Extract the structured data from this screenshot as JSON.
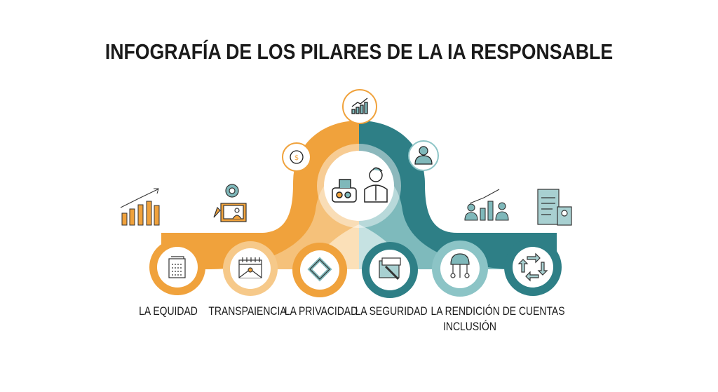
{
  "title": "INFOGRAFÍA DE LOS PILARES DE LA IA RESPONSABLE",
  "colors": {
    "orange": "#F0A23C",
    "light_orange": "#F6C98A",
    "teal": "#2E7F86",
    "light_teal": "#8CC4C6"
  },
  "center_icon": "person-with-robot-icon",
  "top_icons": [
    "growth-chart-icon",
    "money-bag-icon",
    "user-icon"
  ],
  "side_icons": [
    "bar-chart-icon",
    "gear-person-monitor-icon",
    "people-chart-icon",
    "id-document-icon"
  ],
  "pillars": [
    {
      "label": "LA EQUIDAD",
      "icon": "calculator-icon"
    },
    {
      "label": "TRANSPAIENCIA",
      "icon": "calendar-icon"
    },
    {
      "label": "LA PRIVACIDAD",
      "icon": "recycle-hands-icon"
    },
    {
      "label": "LA SEGURIDAD",
      "icon": "card-tool-icon"
    },
    {
      "label": "LA RENDICIÓN DE CUENTAS",
      "icon": "helmet-network-icon"
    },
    {
      "label": "INCLUSIÓN",
      "icon": "arrows-cycle-icon"
    }
  ]
}
